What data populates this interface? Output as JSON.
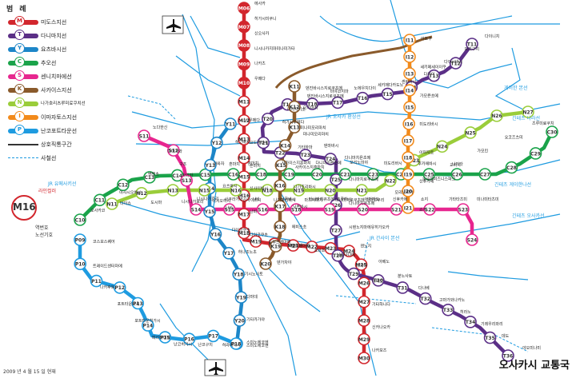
{
  "header": {
    "legend_title": "범례"
  },
  "legend": [
    {
      "letter": "M",
      "name": "미도스지선",
      "color": "#d2262d"
    },
    {
      "letter": "T",
      "name": "다니마치선",
      "color": "#5b2f87"
    },
    {
      "letter": "Y",
      "name": "요츠바시선",
      "color": "#1d86c8"
    },
    {
      "letter": "C",
      "name": "추오선",
      "color": "#1aa34a"
    },
    {
      "letter": "S",
      "name": "센니치마에선",
      "color": "#e7268f"
    },
    {
      "letter": "K",
      "name": "사카이스지선",
      "color": "#8a5a2b"
    },
    {
      "letter": "N",
      "name": "나가호리츠루미료쿠치선",
      "color": "#9acd3a"
    },
    {
      "letter": "I",
      "name": "이마자토스지선",
      "color": "#f28a1b"
    },
    {
      "letter": "P",
      "name": "난코포트타운선",
      "color": "#1e9be0"
    }
  ],
  "legend_other": {
    "shared": "상호직통구간",
    "private_rail": "사철선"
  },
  "sample": {
    "code": "M16",
    "line_color_label": "라인컬러",
    "station_no_label": "역번호",
    "line_symbol_label": "노선기호"
  },
  "colors": {
    "M": "#d2262d",
    "T": "#5b2f87",
    "Y": "#1d86c8",
    "C": "#1aa34a",
    "S": "#e7268f",
    "K": "#8a5a2b",
    "N": "#9acd3a",
    "I": "#f28a1b",
    "P": "#1e9be0",
    "JR": "#1e9be0",
    "Loop": "#8a5a2b"
  },
  "line_labels": [
    "JR 오사카 환상선",
    "게이한 본선",
    "긴테츠 게이한나선",
    "긴테츠 오사카선",
    "긴테츠 나라선",
    "JR 유메사키선",
    "JR 간사이 본선"
  ],
  "icons": [
    "airplane-icon-top",
    "airplane-icon-bottom"
  ],
  "footer": {
    "date": "2009 년 4 월 15 일 현재",
    "title": "오사카시 교통국"
  },
  "stations": {
    "M": [
      "M06",
      "M07",
      "M08",
      "M09",
      "M10",
      "M11",
      "M12",
      "M13",
      "M14",
      "M15",
      "M16",
      "M17",
      "M18",
      "M19",
      "M20",
      "M21",
      "M22",
      "M23",
      "M24",
      "M25",
      "M26",
      "M27",
      "M28",
      "M29",
      "M30"
    ],
    "T": [
      "T11",
      "T12",
      "T13",
      "T14",
      "T15",
      "T16",
      "T17",
      "T18",
      "T19",
      "T20",
      "T21",
      "T22",
      "T23",
      "T24",
      "T25",
      "T26",
      "T27",
      "T28",
      "T29",
      "T30",
      "T31",
      "T32",
      "T33",
      "T34",
      "T35",
      "T36"
    ],
    "C": [
      "C10",
      "C11",
      "C12",
      "C13",
      "C14",
      "C15",
      "C16",
      "C18",
      "C19",
      "C20",
      "C21",
      "C23",
      "C24",
      "C25",
      "C26",
      "C27",
      "C28",
      "C29",
      "C30"
    ],
    "S": [
      "S11",
      "S12",
      "S13",
      "S14",
      "S15",
      "S16",
      "S18",
      "S19",
      "S20",
      "S21",
      "S22",
      "S23",
      "S24"
    ],
    "Y": [
      "Y11",
      "Y12",
      "Y13",
      "Y14",
      "Y15",
      "Y16",
      "Y17",
      "Y18",
      "Y19",
      "Y20",
      "Y21"
    ],
    "K": [
      "K11",
      "K12",
      "K13",
      "K14",
      "K15",
      "K16",
      "K17",
      "K18",
      "K19",
      "K20"
    ],
    "N": [
      "N11",
      "N12",
      "N13",
      "N15",
      "N16",
      "N18",
      "N19",
      "N20",
      "N21",
      "N22",
      "N23",
      "N24",
      "N25",
      "N26",
      "N27"
    ],
    "I": [
      "I11",
      "I12",
      "I13",
      "I14",
      "I15",
      "I16",
      "I17",
      "I18",
      "I19",
      "I20",
      "I21"
    ],
    "P": [
      "P09",
      "P10",
      "P11",
      "P12",
      "P13",
      "P14",
      "P15",
      "P16",
      "P17",
      "P18"
    ]
  },
  "station_names": {
    "M_top": [
      "에사카",
      "히가시미쿠니",
      "신오사카",
      "니시나카지마미나미가타",
      "나카츠",
      "우메다"
    ],
    "M_mid": [
      "요도야바시",
      "혼마치",
      "신사이바시",
      "난바",
      "다이코쿠초",
      "도부츠엔마에",
      "덴노지",
      "쇼와초",
      "니시타나베",
      "나가이",
      "아비코",
      "기타하나다",
      "신카나오카",
      "나카모즈"
    ],
    "T_names": [
      "다이니치",
      "모리구치",
      "다이시바시",
      "다키이",
      "센바야시",
      "세키메다카도노",
      "노에우치다이",
      "미야코지마",
      "덴진바시스지로쿠초메",
      "나카자키초",
      "히가시우메다",
      "미나미모리마치",
      "덴마바시",
      "다니마치욘초메",
      "다니마치로쿠초메",
      "다니마치큐초메",
      "시텐노지마에유히가오카",
      "덴노지",
      "아베노",
      "분노사토",
      "다나베",
      "고마가와나카노",
      "히라노",
      "기레우리와리",
      "데도",
      "야오미나미"
    ],
    "C_names": [
      "오사카코",
      "아사시오바시",
      "벤텐초",
      "구조",
      "아와자",
      "혼마치",
      "사카이스지혼마치",
      "다니마치욘초메",
      "모리노미야",
      "미도리바시",
      "후카에바시",
      "나가타"
    ],
    "S_names": [
      "노다한신",
      "다마가와",
      "아와자",
      "니시나가호리",
      "사쿠라가와",
      "난바",
      "닛폰바시",
      "다니마치큐초메",
      "츠루하시",
      "이마자토",
      "신후카에",
      "쇼지",
      "기타타츠미",
      "미나미타츠미"
    ],
    "Y_names": [
      "니시우메다",
      "히고바시",
      "혼마치",
      "요츠바시",
      "난바",
      "다이코쿠초",
      "하나조노초",
      "기시노사토",
      "다마데",
      "기타카가야",
      "스미노에코엔"
    ],
    "K_names": [
      "덴진바시스지로쿠초메",
      "오기마치",
      "미나미모리마치",
      "기타하마",
      "사카이스지혼마치",
      "나가호리바시",
      "닛폰바시",
      "에비스초",
      "도부츠엔마에",
      "덴가차야"
    ],
    "N_names": [
      "다이쇼",
      "도시마",
      "니시나가호리",
      "니시오하시",
      "신사이바시",
      "나가호리바시",
      "마츠야마치",
      "다니마치로쿠초메",
      "다마츠쿠리",
      "모리노미야",
      "오사카비즈니스파크",
      "교바시",
      "가모킨",
      "요코즈츠미",
      "츠루미료쿠치"
    ],
    "I_names": [
      "이토쿠",
      "세키메세이이쿠",
      "가모욘초메",
      "미도리바시",
      "이마자토",
      "신후카에",
      "쇼지"
    ],
    "P_names": [
      "코스모스퀘어",
      "트레이드센터마에",
      "나카후토",
      "포트타운니시",
      "포트타운히가시",
      "페리터미널",
      "난코히가시",
      "난코구치",
      "히라바야시",
      "스미노에코엔"
    ]
  }
}
